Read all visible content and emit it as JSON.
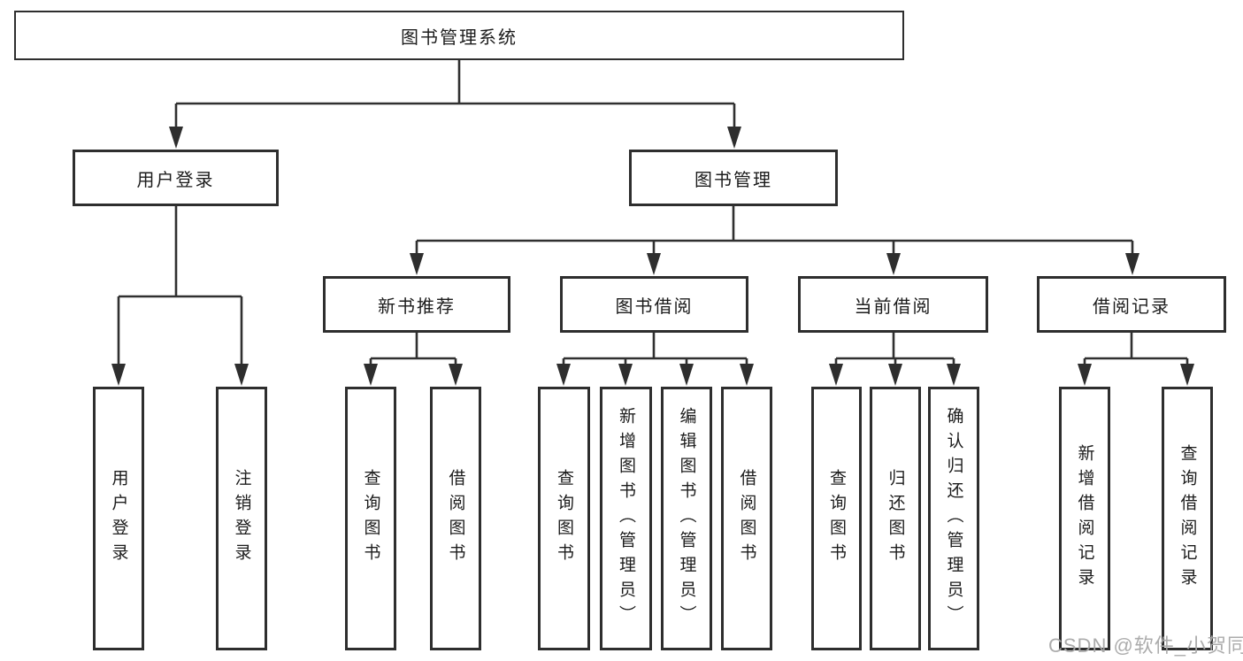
{
  "diagram": {
    "root": {
      "label": "图书管理系统"
    },
    "branches": {
      "user_login": {
        "label": "用户登录",
        "leaves": {
          "login": "用户登录",
          "logout": "注销登录"
        }
      },
      "book_mgmt": {
        "label": "图书管理",
        "sections": {
          "new_book_rec": {
            "label": "新书推荐",
            "leaves": {
              "query": "查询图书",
              "borrow": "借阅图书"
            }
          },
          "book_borrow": {
            "label": "图书借阅",
            "leaves": {
              "query": "查询图书",
              "add": "新增图书（管理员）",
              "edit": "编辑图书（管理员）",
              "borrow": "借阅图书"
            }
          },
          "current_borrow": {
            "label": "当前借阅",
            "leaves": {
              "query": "查询图书",
              "return": "归还图书",
              "confirm": "确认归还（管理员）"
            }
          },
          "borrow_records": {
            "label": "借阅记录",
            "leaves": {
              "add": "新增借阅记录",
              "query": "查询借阅记录"
            }
          }
        }
      }
    },
    "watermark": "CSDN @软件_小贺同学",
    "colors": {
      "line": "#303030",
      "box_border": "#2e2e2e",
      "text": "#1c1c1c",
      "watermark": "#a8a8a8",
      "background": "#ffffff"
    }
  }
}
